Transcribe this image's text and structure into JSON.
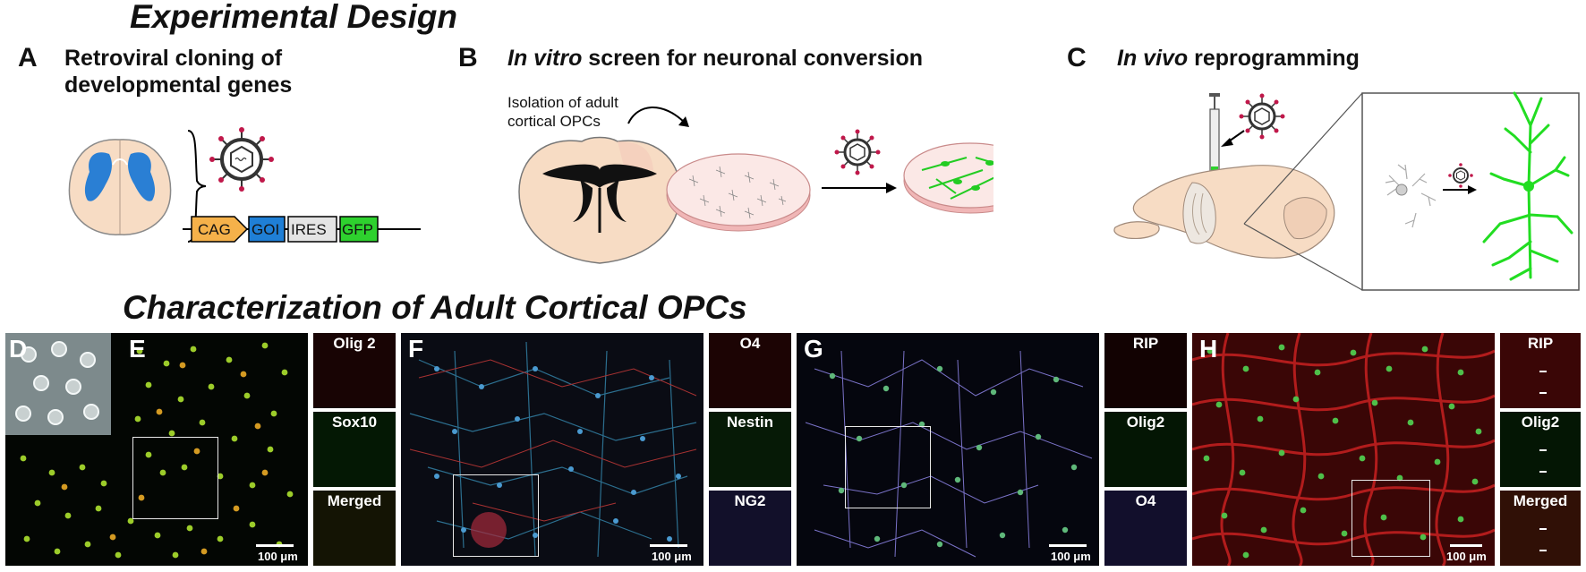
{
  "headings": {
    "design": "Experimental Design",
    "characterization": "Characterization of Adult Cortical OPCs"
  },
  "panels": {
    "A": {
      "letter": "A",
      "title_line1": "Retroviral cloning of",
      "title_line2": "developmental genes",
      "construct": {
        "cag": "CAG",
        "goi": "GOI",
        "ires": "IRES",
        "gfp": "GFP"
      }
    },
    "B": {
      "letter": "B",
      "title_italic": "In vitro",
      "title_rest": " screen for neuronal conversion",
      "isolation_line1": "Isolation of adult",
      "isolation_line2": "cortical OPCs"
    },
    "C": {
      "letter": "C",
      "title_italic": "In vivo",
      "title_rest": " reprogramming"
    }
  },
  "micrographs": [
    {
      "letter": "E",
      "inset_letter": "D",
      "scale": "100 μm",
      "channels": [
        "Olig 2",
        "Sox10",
        "Merged"
      ]
    },
    {
      "letter": "F",
      "scale": "100 μm",
      "channels": [
        "O4",
        "Nestin",
        "NG2"
      ]
    },
    {
      "letter": "G",
      "scale": "100 μm",
      "channels": [
        "RIP",
        "Olig2",
        "O4"
      ]
    },
    {
      "letter": "H",
      "scale": "100 μm",
      "channels": [
        "RIP",
        "Olig2",
        "Merged"
      ]
    }
  ],
  "colors": {
    "cag": "#f5b14a",
    "goi": "#1f7fd6",
    "ires": "#e4e4e4",
    "gfp": "#2ed12e",
    "ventricle": "#2a7fd4",
    "brain": "#f7dcc4",
    "neuron": "#22dd22"
  }
}
